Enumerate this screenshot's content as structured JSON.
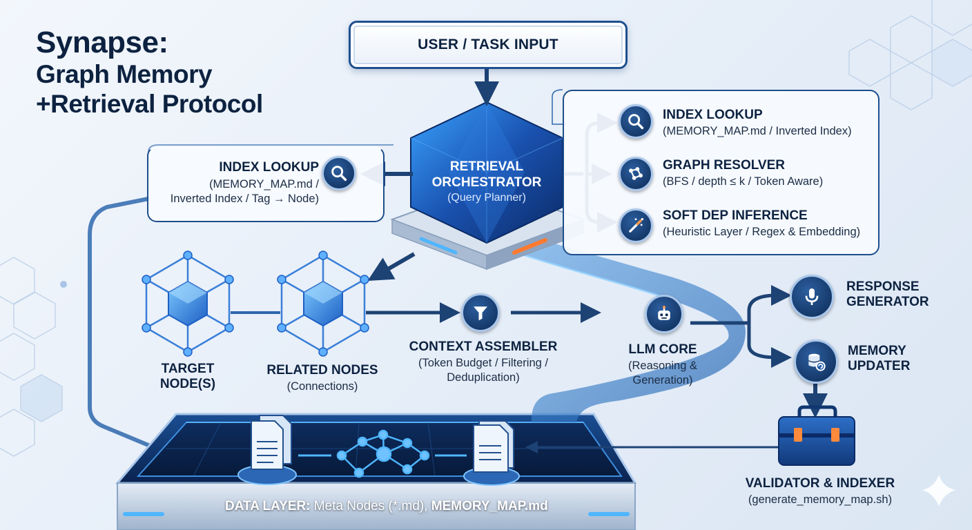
{
  "title": {
    "line1": "Synapse:",
    "line2": "Graph Memory",
    "line3": "+Retrieval Protocol"
  },
  "input": {
    "label": "USER / TASK INPUT"
  },
  "orchestrator": {
    "title1": "RETRIEVAL",
    "title2": "ORCHESTRATOR",
    "subtitle": "(Query Planner)"
  },
  "left_index": {
    "title": "INDEX LOOKUP",
    "line1": "(MEMORY_MAP.md /",
    "line2": "Inverted Index / Tag → Node)"
  },
  "right_panel": [
    {
      "title": "INDEX LOOKUP",
      "sub": "(MEMORY_MAP.md / Inverted Index)"
    },
    {
      "title": "GRAPH RESOLVER",
      "sub": "(BFS / depth ≤ k / Token Aware)"
    },
    {
      "title": "SOFT DEP INFERENCE",
      "sub": "(Heuristic Layer / Regex & Embedding)"
    }
  ],
  "target": {
    "line1": "TARGET",
    "line2": "NODE(S)"
  },
  "related": {
    "title": "RELATED NODES",
    "sub": "(Connections)"
  },
  "assembler": {
    "title": "CONTEXT ASSEMBLER",
    "line1": "(Token Budget / Filtering /",
    "line2": "Deduplication)"
  },
  "llm": {
    "title": "LLM CORE",
    "line1": "(Reasoning &",
    "line2": "Generation)"
  },
  "response": {
    "line1": "RESPONSE",
    "line2": "GENERATOR"
  },
  "memory": {
    "line1": "MEMORY",
    "line2": "UPDATER"
  },
  "validator": {
    "title": "VALIDATOR & INDEXER",
    "sub": "(generate_memory_map.sh)"
  },
  "data_layer": {
    "bold1": "DATA LAYER:",
    "normal": " Meta Nodes (*.md), ",
    "bold2": "MEMORY_MAP.md"
  },
  "icons": [
    "magnifier-icon",
    "graph-icon",
    "magic-wand-icon",
    "funnel-icon",
    "robot-icon",
    "microphone-icon",
    "database-sync-icon",
    "toolbox-icon",
    "document-icon",
    "network-icon",
    "cube-node-icon"
  ],
  "colors": {
    "navy": "#0d2240",
    "accent": "#1e4f8e",
    "glow": "#4fb6ff",
    "orange": "#ff7a2e"
  }
}
